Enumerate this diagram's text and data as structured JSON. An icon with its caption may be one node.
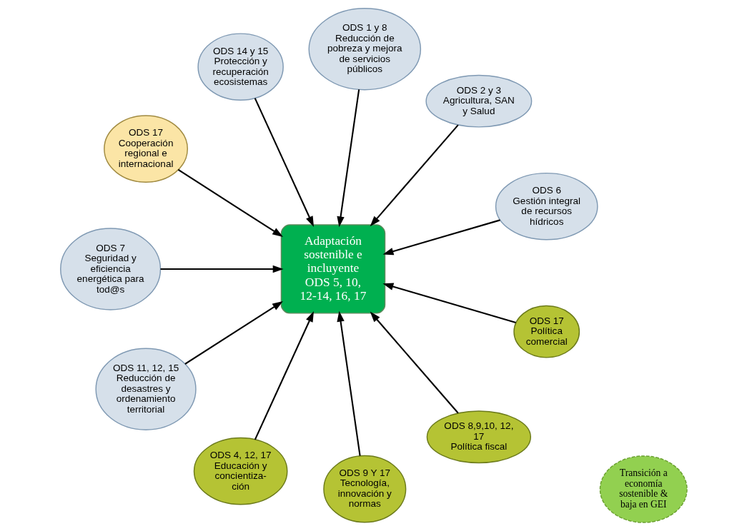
{
  "diagram": {
    "nodes": [
      {
        "text": [
          "Adaptación sostenible e incluyente",
          "ODS 5, 10, 12-14, 16, 17"
        ]
      },
      {
        "text": [
          "ODS 6",
          "Gestión integral de recursos hídricos"
        ]
      },
      {
        "text": [
          "ODS 2 y 3",
          "Agricultura, SAN y Salud"
        ]
      },
      {
        "text": [
          "ODS 1 y 8",
          "Reducción de pobreza y mejora de servicios públicos"
        ]
      },
      {
        "text": [
          "ODS 14 y 15",
          "Protección y recuperación ecosistemas"
        ]
      },
      {
        "text": [
          "ODS 17",
          "Cooperación regional e internacional"
        ]
      },
      {
        "text": [
          "ODS 7",
          "Seguridad y eficiencia energética para tod@s"
        ]
      },
      {
        "text": [
          "Transición a economía sostenible & baja en GEI"
        ]
      },
      {
        "text": [
          "ODS 11, 12, 15",
          "Reducción de desastres y ordenamiento territorial"
        ]
      },
      {
        "text": [
          "ODS 4, 12, 17",
          "Educación y concientiza- ción"
        ]
      },
      {
        "text": [
          "ODS 9 Y 17",
          "Tecnología, innovación y normas"
        ]
      },
      {
        "text": [
          "ODS 8,9,10, 12, 17",
          "Política fiscal"
        ]
      },
      {
        "text": [
          "ODS 17",
          "Política comercial"
        ]
      }
    ],
    "edges": [
      {
        "from": 1,
        "to": 0,
        "arrow": "to"
      },
      {
        "from": 2,
        "to": 0,
        "arrow": "to"
      },
      {
        "from": 3,
        "to": 0,
        "arrow": "to"
      },
      {
        "from": 4,
        "to": 0,
        "arrow": "to"
      },
      {
        "from": 5,
        "to": 0,
        "arrow": "to"
      },
      {
        "from": 6,
        "to": 0,
        "arrow": "to"
      },
      {
        "from": 8,
        "to": 0,
        "arrow": "to"
      },
      {
        "from": 9,
        "to": 0,
        "arrow": "to"
      },
      {
        "from": 10,
        "to": 0,
        "arrow": "to"
      },
      {
        "from": 11,
        "to": 0,
        "arrow": "to"
      },
      {
        "from": 12,
        "to": 0,
        "arrow": "to"
      }
    ]
  }
}
